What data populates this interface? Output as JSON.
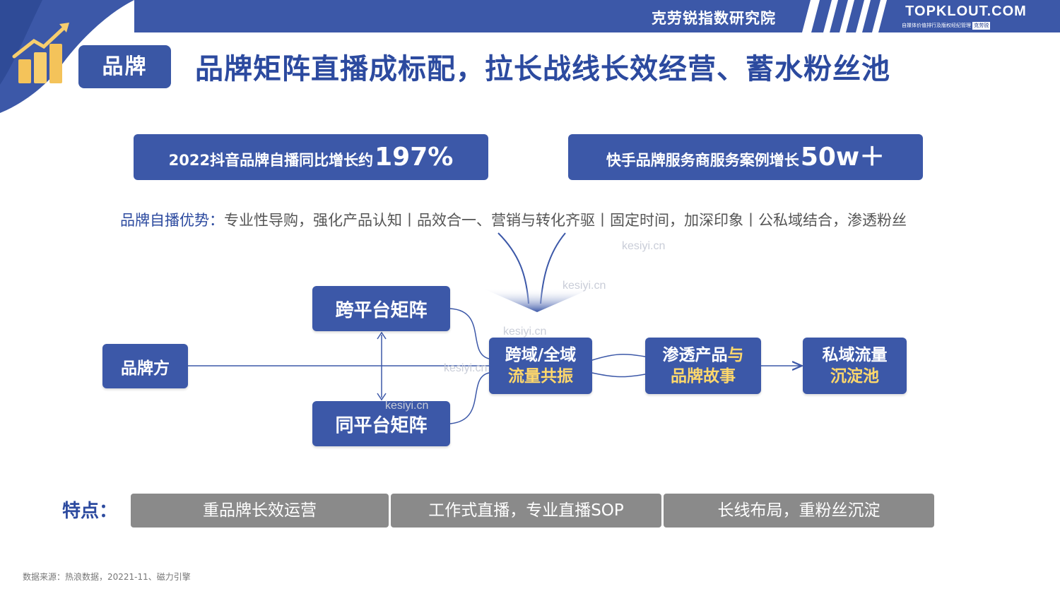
{
  "header": {
    "org_name": "克劳锐指数研究院",
    "brand": "TOPKLOUT.COM",
    "brand_tagline": "自媒体价值排行及版权经纪管理",
    "brand_tagline_tag": "克劳锐"
  },
  "section_chip": "品牌",
  "title": "品牌矩阵直播成标配，拉长战线长效经营、蓄水粉丝池",
  "stats": [
    {
      "label": "2022抖音品牌自播同比增长约",
      "value": "197%"
    },
    {
      "label": "快手品牌服务商服务案例增长",
      "value": "50w＋"
    }
  ],
  "advantages": {
    "label": "品牌自播优势：",
    "text": "专业性导购，强化产品认知丨品效合一、营销与转化齐驱丨固定时间，加深印象丨公私域结合，渗透粉丝"
  },
  "diagram": {
    "brand_side": "品牌方",
    "cross_platform": "跨平台矩阵",
    "same_platform": "同平台矩阵",
    "resonance": {
      "line1": "跨域/全域",
      "line2": "流量共振"
    },
    "penetrate": {
      "line1_a": "渗透产品",
      "line1_b": "与",
      "line2": "品牌故事"
    },
    "private_pool": {
      "line1": "私域流量",
      "line2": "沉淀池"
    }
  },
  "features": {
    "label": "特点：",
    "items": [
      "重品牌长效运营",
      "工作式直播，专业直播SOP",
      "长线布局，重粉丝沉淀"
    ]
  },
  "source": "数据来源：热浪数据，20221-11、磁力引擎",
  "watermark": "kesiyi.cn",
  "colors": {
    "primary_blue": "#3c58a8",
    "title_blue": "#2c4a9f",
    "accent_yellow": "#ffd86b",
    "feature_gray": "#8a8a8a"
  }
}
